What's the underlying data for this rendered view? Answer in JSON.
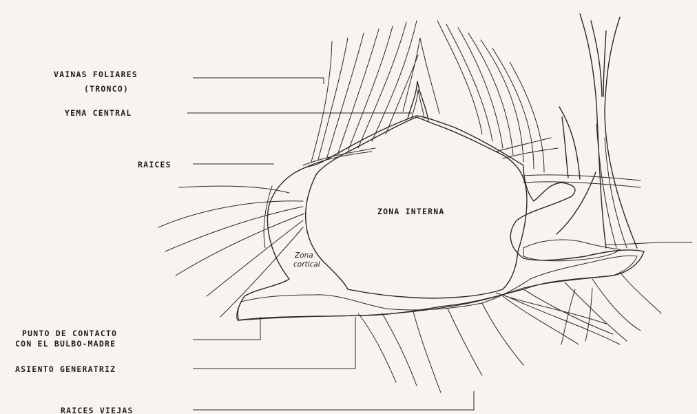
{
  "labels": {
    "vainas_line1": "VAINAS FOLIARES",
    "vainas_line2": "(TRONCO)",
    "yema": "YEMA CENTRAL",
    "raices": "RAICES",
    "zona_interna": "ZONA INTERNA",
    "zona_cortical_1": "Zona",
    "zona_cortical_2": "cortical",
    "punto_line1": "PUNTO DE CONTACTO",
    "punto_line2": "CON EL BULBO-MADRE",
    "asiento": "ASIENTO GENERATRIZ",
    "raices_viejas": "RAICES VIEJAS"
  },
  "colors": {
    "ink": "#2a2724",
    "paper": "#f7f3ee"
  }
}
